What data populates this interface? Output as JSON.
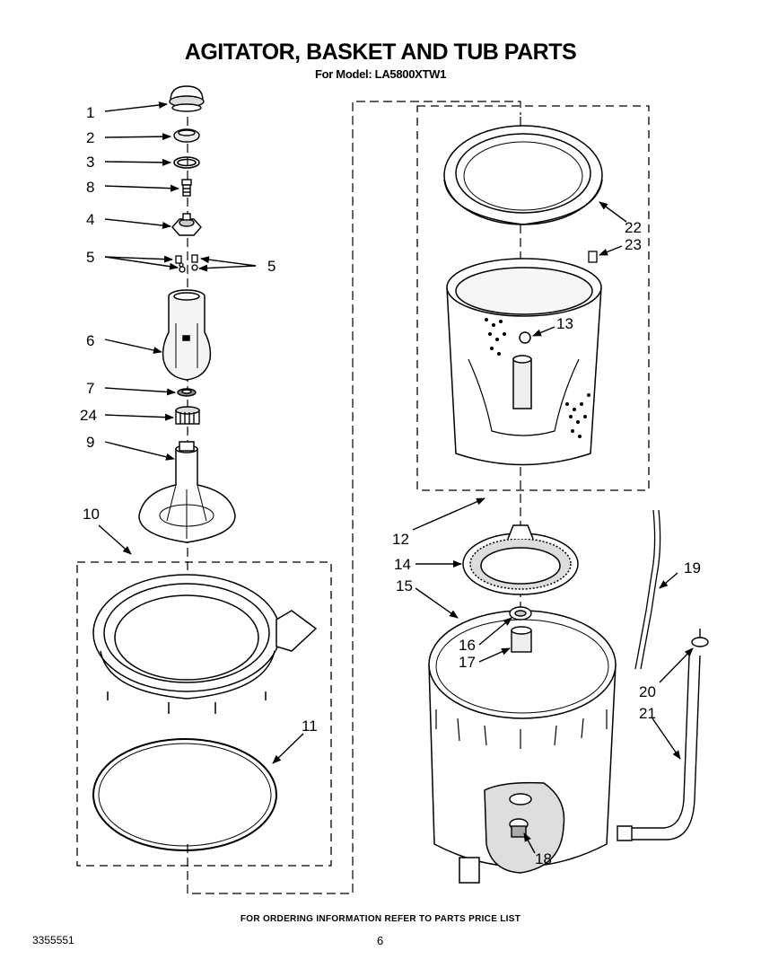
{
  "title": "AGITATOR, BASKET AND TUB PARTS",
  "subtitle": "For Model: LA5800XTW1",
  "footer_note": "FOR ORDERING INFORMATION REFER TO PARTS PRICE LIST",
  "document_number": "3355551",
  "page_number": "6",
  "part_labels": {
    "p1": "1",
    "p2": "2",
    "p3": "3",
    "p8": "8",
    "p4": "4",
    "p5a": "5",
    "p5b": "5",
    "p6": "6",
    "p7": "7",
    "p24": "24",
    "p9": "9",
    "p10": "10",
    "p11": "11",
    "p12": "12",
    "p13": "13",
    "p14": "14",
    "p15": "15",
    "p16": "16",
    "p17": "17",
    "p18": "18",
    "p19": "19",
    "p20": "20",
    "p21": "21",
    "p22": "22",
    "p23": "23"
  }
}
